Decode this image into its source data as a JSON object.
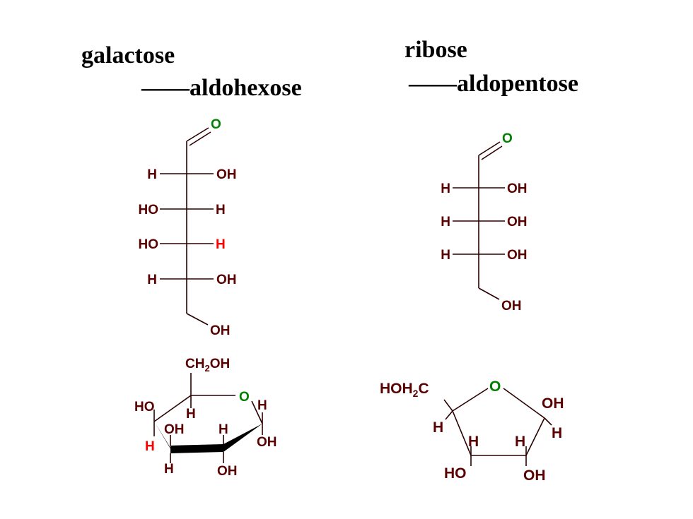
{
  "titles": {
    "galactose": "galactose",
    "aldohexose": "——aldohexose",
    "ribose": "ribose",
    "aldopentose": "——aldopentose"
  },
  "colors": {
    "bond": "#2b0000",
    "atom": "#5a0000",
    "oxygen": "#008000",
    "highlight": "#ff0000"
  },
  "galactose_fischer": {
    "carbonyl_o": "O",
    "rows": [
      {
        "left": "H",
        "right": "OH"
      },
      {
        "left": "HO",
        "right": "H"
      },
      {
        "left": "HO",
        "right": "H"
      },
      {
        "left": "H",
        "right": "OH"
      }
    ],
    "terminal": "OH"
  },
  "ribose_fischer": {
    "carbonyl_o": "O",
    "rows": [
      {
        "left": "H",
        "right": "OH"
      },
      {
        "left": "H",
        "right": "OH"
      },
      {
        "left": "H",
        "right": "OH"
      }
    ],
    "terminal": "OH"
  },
  "galactose_haworth": {
    "ch2oh": "CH",
    "ch2oh_sub": "2",
    "ch2oh_tail": "OH",
    "ring_o": "O",
    "labels": [
      "HO",
      "H",
      "H",
      "OH",
      "H",
      "H",
      "OH",
      "H",
      "OH"
    ]
  },
  "ribose_haworth": {
    "hoh2c": "HOH",
    "hoh2c_sub": "2",
    "hoh2c_tail": "C",
    "ring_o": "O",
    "labels": [
      "OH",
      "H",
      "H",
      "H",
      "H",
      "HO",
      "OH"
    ]
  }
}
